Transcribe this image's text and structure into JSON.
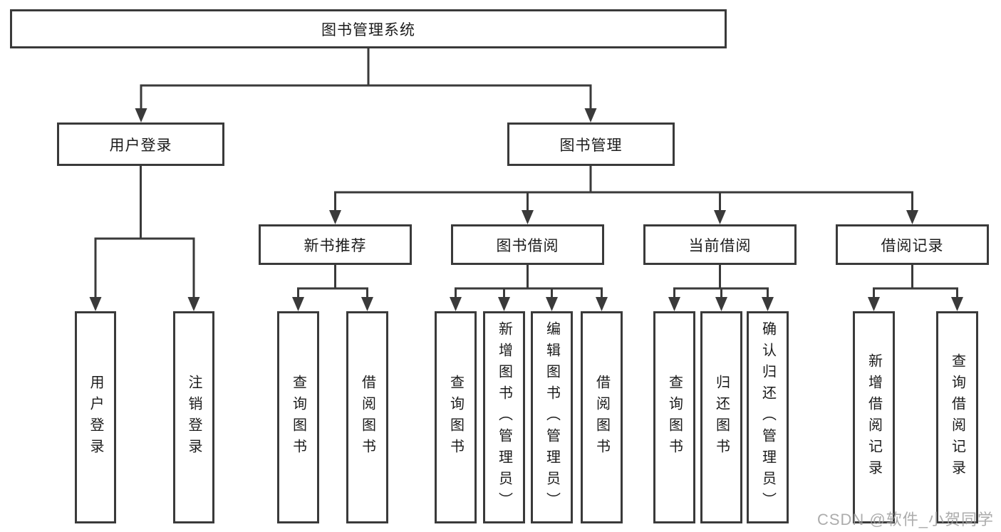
{
  "diagram": {
    "title": "图书管理系统",
    "nodes": {
      "root": "图书管理系统",
      "user_login": "用户登录",
      "book_management": "图书管理",
      "new_book_recommend": "新书推荐",
      "book_borrow": "图书借阅",
      "current_borrow": "当前借阅",
      "borrow_records": "借阅记录"
    },
    "leaves": {
      "user_login": [
        "用户登录",
        "注销登录"
      ],
      "new_book_recommend": [
        "查询图书",
        "借阅图书"
      ],
      "book_borrow": [
        "查询图书",
        "新增图书（管理员）",
        "编辑图书（管理员）",
        "借阅图书"
      ],
      "current_borrow": [
        "查询图书",
        "归还图书",
        "确认归还（管理员）"
      ],
      "borrow_records": [
        "新增借阅记录",
        "查询借阅记录"
      ]
    },
    "watermark": "CSDN @软件_小贺同学",
    "colors": {
      "line": "#3a3a3a",
      "text": "#1b1b1b",
      "background": "#ffffff",
      "watermark": "#9e9e9e"
    }
  }
}
